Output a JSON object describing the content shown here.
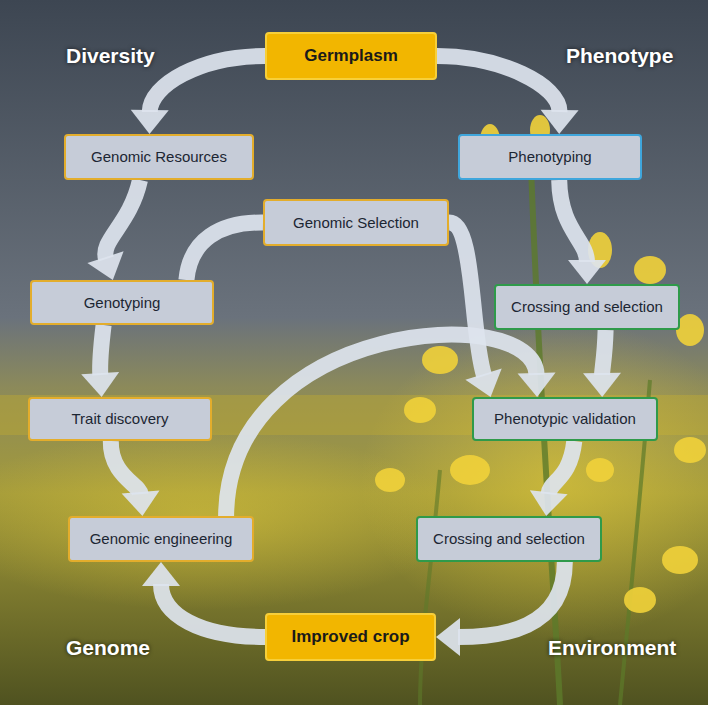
{
  "diagram": {
    "nodes": [
      {
        "text": [
          "Germplasm"
        ]
      },
      {
        "text": [
          "Genomic Resources"
        ]
      },
      {
        "text": [
          "Phenotyping"
        ]
      },
      {
        "text": [
          "Genomic Selection"
        ]
      },
      {
        "text": [
          "Genotyping"
        ]
      },
      {
        "text": [
          "Crossing and selection"
        ]
      },
      {
        "text": [
          "Trait discovery"
        ]
      },
      {
        "text": [
          "Phenotypic validation"
        ]
      },
      {
        "text": [
          "Genomic engineering"
        ]
      },
      {
        "text": [
          "Crossing and selection"
        ]
      },
      {
        "text": [
          "Improved crop"
        ]
      }
    ],
    "edges": [
      {
        "from": 0,
        "to": 1,
        "arrow": "to"
      },
      {
        "from": 0,
        "to": 2,
        "arrow": "to"
      },
      {
        "from": 1,
        "to": 4,
        "arrow": "to"
      },
      {
        "from": 4,
        "to": 6,
        "arrow": "to"
      },
      {
        "from": 6,
        "to": 8,
        "arrow": "to"
      },
      {
        "from": 4,
        "to": 3,
        "arrow": "none"
      },
      {
        "from": 3,
        "to": 7,
        "arrow": "to"
      },
      {
        "from": 8,
        "to": 7,
        "arrow": "to"
      },
      {
        "from": 2,
        "to": 5,
        "arrow": "to"
      },
      {
        "from": 5,
        "to": 7,
        "arrow": "to"
      },
      {
        "from": 7,
        "to": 9,
        "arrow": "to"
      },
      {
        "from": 9,
        "to": 10,
        "arrow": "to"
      },
      {
        "from": 10,
        "to": 8,
        "arrow": "to"
      }
    ],
    "labels": [
      "Diversity",
      "Phenotype",
      "Genome",
      "Environment"
    ]
  }
}
